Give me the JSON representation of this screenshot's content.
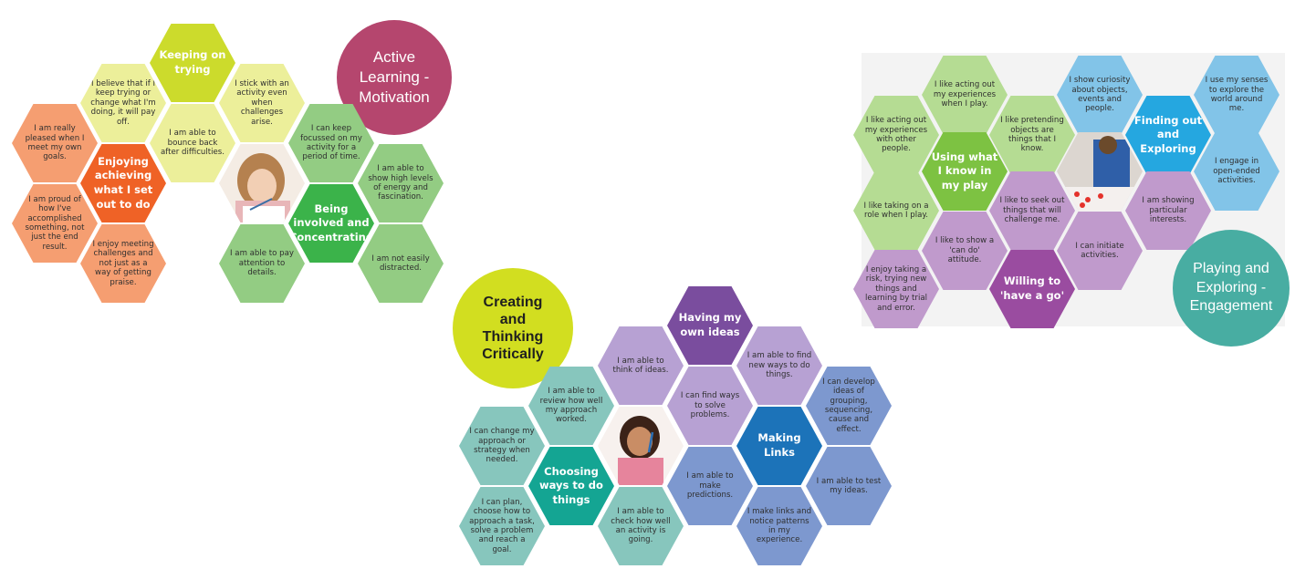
{
  "colors": {
    "orange_light": "#f59e71",
    "orange_dark": "#ef6226",
    "yellow_light": "#ecef9a",
    "yellow_dark": "#ccdb2c",
    "green_light": "#93cc83",
    "green_dark": "#3bb34a",
    "teal_light": "#87c6bd",
    "teal_dark": "#14a593",
    "lavender_light": "#b7a1d3",
    "purple_dark": "#7a4d9e",
    "blue_light": "#7d98cf",
    "blue_dark": "#1c73b9",
    "pastel_green": "#b5dc93",
    "bright_green": "#7dc242",
    "mauve_light": "#c09acc",
    "magenta_dark": "#9a4ca0",
    "sky_light": "#82c4e8",
    "sky_dark": "#25a7e0",
    "motivation_circle": "#b5466e",
    "critical_circle": "#d2de20",
    "engagement_circle": "#48ada2"
  },
  "circles": {
    "motivation": "Active\nLearning -\nMotivation",
    "critical": "Creating\nand\nThinking\nCritically",
    "engagement": "Playing and\nExploring -\nEngagement"
  },
  "motivation": {
    "keeping_on_trying": "Keeping on trying",
    "believe_trying": "I believe that if I keep trying or change what I'm doing, it will pay off.",
    "stick_with_activity": "I stick with an activity even when challenges arise.",
    "bounce_back": "I am able to bounce back after difficulties.",
    "pleased_goals": "I am really pleased when I meet my own goals.",
    "enjoying_achieving": "Enjoying achieving what I set out to do",
    "proud_accomplished": "I am proud of how I've accomplished something, not just the end result.",
    "enjoy_challenges": "I enjoy meeting challenges and not just as a way of getting praise.",
    "keep_focussed": "I can keep focussed on my activity for a period of time.",
    "energy_fascination": "I am able to show high levels of energy and fascination.",
    "being_involved": "Being involved and Concentrating",
    "pay_attention": "I am able to pay attention to details.",
    "not_distracted": "I am not easily distracted."
  },
  "critical": {
    "own_ideas": "Having my own ideas",
    "think_of_ideas": "I am able to think of ideas.",
    "new_ways": "I am able to find new ways to do things.",
    "review_approach": "I am able to review how well my approach worked.",
    "solve_problems": "I can find ways to solve problems.",
    "develop_ideas": "I can develop ideas of grouping, sequencing, cause and effect.",
    "change_approach": "I can change my approach or strategy when needed.",
    "making_links": "Making Links",
    "choosing_ways": "Choosing ways to do things",
    "make_predictions": "I am able to make predictions.",
    "test_ideas": "I am able to test my ideas.",
    "plan_choose": "I can plan, choose how to approach a task, solve a problem and reach a goal.",
    "check_activity": "I am able to check how well an activity is going.",
    "notice_patterns": "I make links and notice patterns in my experience."
  },
  "engagement": {
    "acting_when_play": "I like acting out my experiences when I play.",
    "show_curiosity": "I show curiosity about objects, events and people.",
    "use_senses": "I use my senses to explore the world around me.",
    "acting_with_others": "I like acting out my experiences with other people.",
    "pretending_objects": "I like pretending objects are things that I know.",
    "finding_out": "Finding out and Exploring",
    "using_what_i_know": "Using what I know in my play",
    "open_ended": "I engage in open-ended activities.",
    "taking_on_role": "I like taking on a role when I play.",
    "seek_out_challenge": "I like to seek out things that will challenge me.",
    "particular_interests": "I am showing particular interests.",
    "cando_attitude": "I like to show a 'can do' attitude.",
    "initiate_activities": "I can initiate activities.",
    "taking_risk": "I enjoy taking a risk, trying new things and learning by trial and error.",
    "willing_to_have_a_go": "Willing to 'have a go'"
  }
}
